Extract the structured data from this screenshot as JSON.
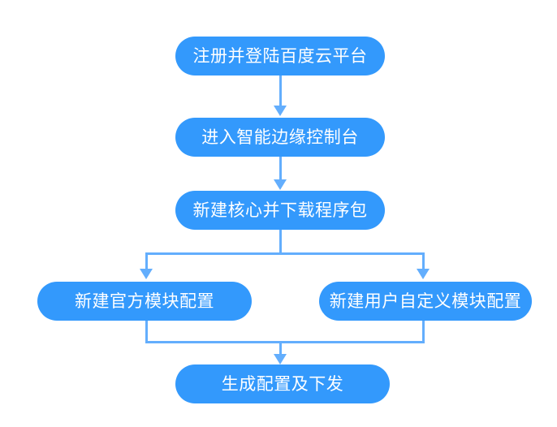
{
  "diagram": {
    "title": "",
    "type": "flowchart",
    "orientation": "top-to-bottom",
    "colors": {
      "node_fill": "#3399fc",
      "node_text": "#ffffff",
      "connector": "#63aefd",
      "background": "#ffffff"
    },
    "nodes": [
      {
        "id": "register",
        "label": "注册并登陆百度云平台"
      },
      {
        "id": "console",
        "label": "进入智能边缘控制台"
      },
      {
        "id": "core",
        "label": "新建核心并下载程序包"
      },
      {
        "id": "official",
        "label": "新建官方模块配置"
      },
      {
        "id": "custom",
        "label": "新建用户自定义模块配置"
      },
      {
        "id": "generate",
        "label": "生成配置及下发"
      }
    ],
    "edges": [
      {
        "from": "register",
        "to": "console",
        "label": ""
      },
      {
        "from": "console",
        "to": "core",
        "label": ""
      },
      {
        "from": "core",
        "to": "official",
        "label": ""
      },
      {
        "from": "core",
        "to": "custom",
        "label": ""
      },
      {
        "from": "official",
        "to": "generate",
        "label": ""
      },
      {
        "from": "custom",
        "to": "generate",
        "label": ""
      }
    ]
  }
}
